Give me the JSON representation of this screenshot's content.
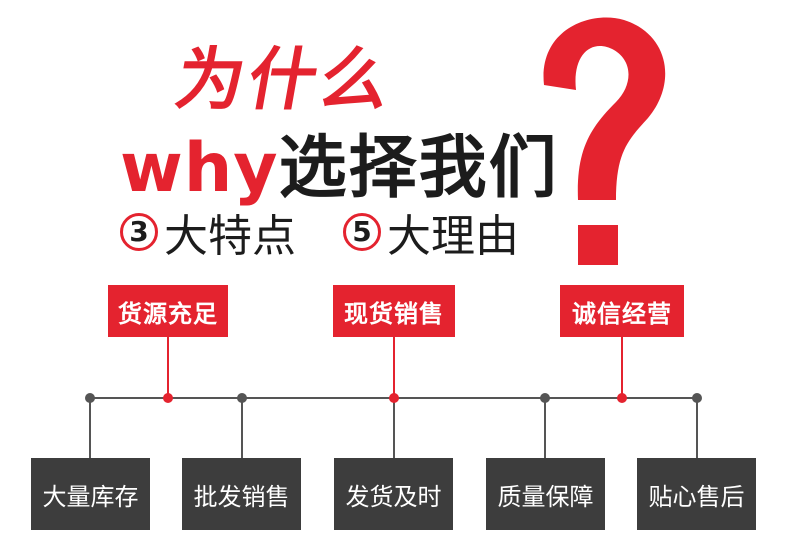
{
  "headline": {
    "line1": "为什么",
    "line2_en": "why",
    "line2_cn": "选择我们"
  },
  "subtitle": {
    "num1": "3",
    "text1": "大特点",
    "num2": "5",
    "text2": "大理由"
  },
  "features": [
    "货源充足",
    "现货销售",
    "诚信经营"
  ],
  "reasons": [
    "大量库存",
    "批发销售",
    "发货及时",
    "质量保障",
    "贴心售后"
  ],
  "colors": {
    "accent_red": "#e4232f",
    "dark_gray": "#3d3d3d",
    "text_dark": "#1c1c1c",
    "line_gray": "#555555"
  },
  "icons": {
    "question": "question-mark-icon"
  }
}
